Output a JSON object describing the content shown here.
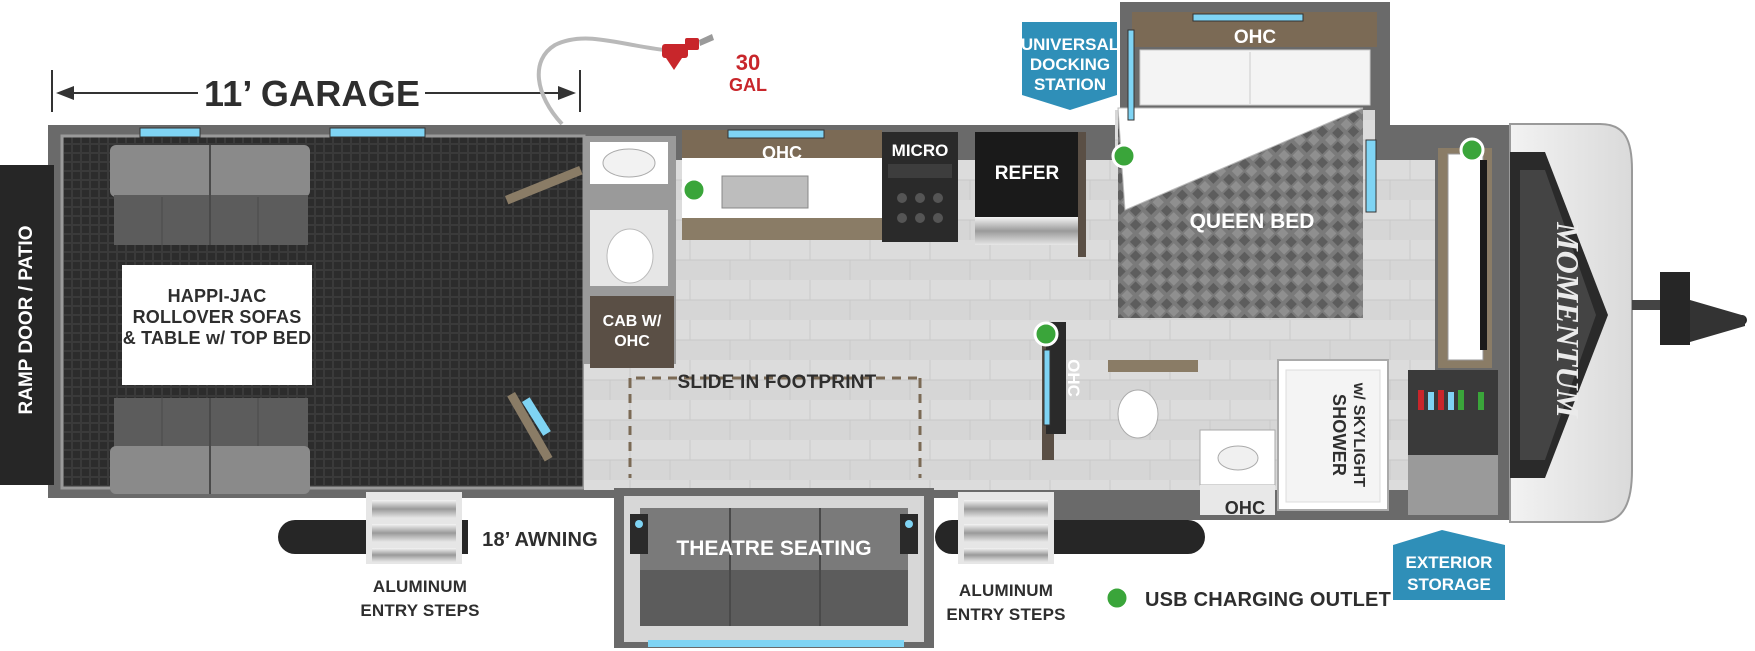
{
  "labels": {
    "garage": "11’ GARAGE",
    "fuel_qty": "30",
    "fuel_unit": "GAL",
    "docking_1": "UNIVERSAL",
    "docking_2": "DOCKING",
    "docking_3": "STATION",
    "ohc_bedroom": "OHC",
    "ramp": "RAMP DOOR / PATIO",
    "sofa_1": "HAPPI-JAC",
    "sofa_2": "ROLLOVER SOFAS",
    "sofa_3": "& TABLE w/ TOP BED",
    "ohc_kitchen": "OHC",
    "micro": "MICRO",
    "refer": "REFER",
    "queen_bed": "QUEEN BED",
    "cab_1": "CAB W/",
    "cab_2": "OHC",
    "slide": "SLIDE IN FOOTPRINT",
    "ohc_vertical": "OHC",
    "shower_1": "SHOWER",
    "shower_2": "w/ SKYLIGHT",
    "ohc_bath": "OHC",
    "awning": "18’ AWNING",
    "theatre": "THEATRE SEATING",
    "steps_left_1": "ALUMINUM",
    "steps_left_2": "ENTRY STEPS",
    "steps_right_1": "ALUMINUM",
    "steps_right_2": "ENTRY STEPS",
    "usb": "USB CHARGING OUTLET",
    "storage_1": "EXTERIOR",
    "storage_2": "STORAGE",
    "brand": "MOMENTUM"
  },
  "colors": {
    "wall": "#6a6a6a",
    "floor": "#d7d7d7",
    "garage_floor": "#3b3b3b",
    "tag_blue": "#2f8fb8",
    "usb_green": "#3aa53a",
    "fuel_red": "#c8262b",
    "wood": "#7b6a55",
    "dark": "#262626"
  },
  "icons": [
    "fuel-nozzle-icon",
    "usb-outlet-icon",
    "arrow-left-icon",
    "arrow-right-icon"
  ]
}
